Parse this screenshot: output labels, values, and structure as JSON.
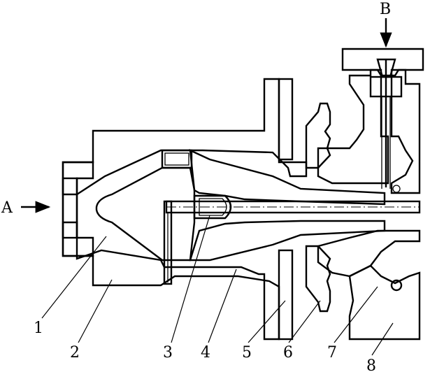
{
  "arrows": {
    "inlet_a": "A",
    "inlet_b": "B"
  },
  "part_labels": [
    "1",
    "2",
    "3",
    "4",
    "5",
    "6",
    "7",
    "8"
  ],
  "colors": {
    "ink": "#000000",
    "paper": "#ffffff"
  }
}
